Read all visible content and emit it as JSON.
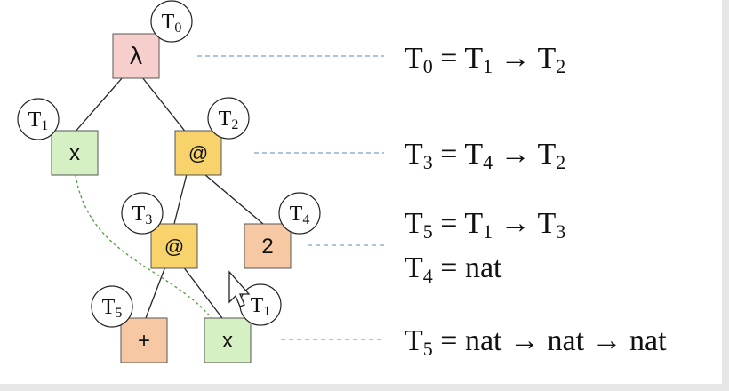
{
  "colors": {
    "lambda_fill": "#f6cfcc",
    "app_fill": "#f8d36b",
    "var_fill": "#d5f0c2",
    "num_fill": "#f6c9a4",
    "guide": "#7aa2c8",
    "link": "#5aa04a"
  },
  "tree": {
    "root": {
      "label": "λ",
      "tag": {
        "base": "T",
        "sub": "0"
      }
    },
    "var_x": {
      "label": "x",
      "tag": {
        "base": "T",
        "sub": "1"
      }
    },
    "app_top": {
      "label": "@",
      "tag": {
        "base": "T",
        "sub": "2"
      }
    },
    "app_inner": {
      "label": "@",
      "tag": {
        "base": "T",
        "sub": "3"
      }
    },
    "num_2": {
      "label": "2",
      "tag": {
        "base": "T",
        "sub": "4"
      }
    },
    "plus": {
      "label": "+",
      "tag": {
        "base": "T",
        "sub": "5"
      }
    },
    "var_x_use": {
      "label": "x",
      "tag": {
        "base": "T",
        "sub": "1"
      }
    }
  },
  "equations": [
    {
      "parts": [
        {
          "t": "T"
        },
        {
          "s": "0"
        },
        {
          "t": " = T"
        },
        {
          "s": "1"
        },
        {
          "t": " → T"
        },
        {
          "s": "2"
        }
      ]
    },
    {
      "parts": [
        {
          "t": "T"
        },
        {
          "s": "3"
        },
        {
          "t": " = T"
        },
        {
          "s": "4"
        },
        {
          "t": " → T"
        },
        {
          "s": "2"
        }
      ]
    },
    {
      "parts": [
        {
          "t": "T"
        },
        {
          "s": "5"
        },
        {
          "t": " = T"
        },
        {
          "s": "1"
        },
        {
          "t": " → T"
        },
        {
          "s": "3"
        }
      ]
    },
    {
      "parts": [
        {
          "t": "T"
        },
        {
          "s": "4"
        },
        {
          "t": " = nat"
        }
      ]
    },
    {
      "parts": [
        {
          "t": "T"
        },
        {
          "s": "5"
        },
        {
          "t": " = nat → nat → nat"
        }
      ]
    }
  ]
}
